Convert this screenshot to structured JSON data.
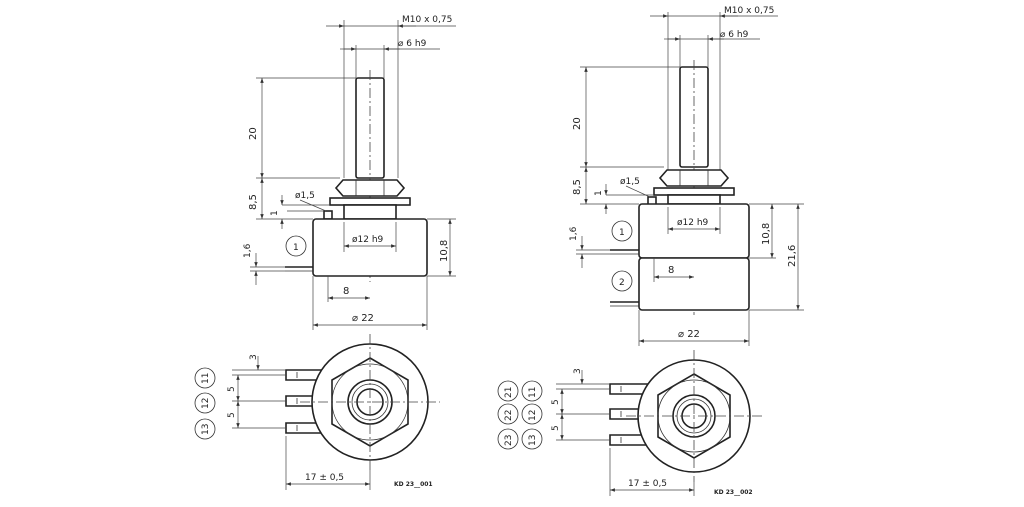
{
  "left_view": {
    "thread_label": "M10 x 0,75",
    "shaft_dia_label": "⌀ 6 h9",
    "dim_shaft_length": "20",
    "dim_bushing": "8,5",
    "dim_washer": "1",
    "dim_pin": "ø1,5",
    "dim_terminal": "1,6",
    "dim_body_height": "10,8",
    "pilot_dia": "ø12 h9",
    "dim_offset": "8",
    "body_dia": "⌀ 22",
    "callout_1": "1",
    "terminal_11": "11",
    "terminal_12": "12",
    "terminal_13": "13",
    "dim_top_gap": "3",
    "dim_pitch_1": "5",
    "dim_pitch_2": "5",
    "dim_width": "17 ± 0,5",
    "drawing_id": "KD 23__001"
  },
  "right_view": {
    "thread_label": "M10 x 0,75",
    "shaft_dia_label": "⌀ 6 h9",
    "dim_shaft_length": "20",
    "dim_bushing": "8,5",
    "dim_washer": "1",
    "dim_pin": "ø1,5",
    "dim_terminal": "1,6",
    "dim_body_height": "10,8",
    "dim_total_height": "21,6",
    "pilot_dia": "ø12 h9",
    "dim_offset": "8",
    "body_dia": "⌀ 22",
    "callout_1": "1",
    "callout_2": "2",
    "terminal_21": "21",
    "terminal_11": "11",
    "terminal_22": "22",
    "terminal_12": "12",
    "terminal_23": "23",
    "terminal_13": "13",
    "dim_top_gap": "3",
    "dim_pitch_1": "5",
    "dim_pitch_2": "5",
    "dim_width": "17 ± 0,5",
    "drawing_id": "KD 23__002"
  }
}
